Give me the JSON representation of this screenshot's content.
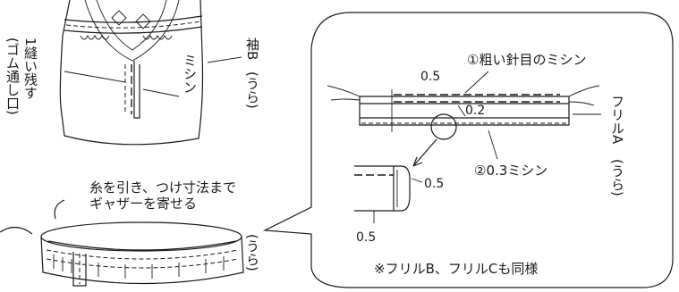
{
  "labels": {
    "leave_gap": "1縫い残す",
    "elastic_opening": "(ゴム通し口)",
    "machine_sew": "ミシン",
    "sleeve_b": "袖B",
    "ura_sleeve": "(うら)",
    "pull_thread_line1": "糸を引き、つけ寸法まで",
    "pull_thread_line2": "ギャザーを寄せる",
    "ura_band": "(うら)",
    "step1": "①粗い針目のミシン",
    "dim_05_top": "0.5",
    "dim_02": "0.2",
    "frill_a": "フリルA",
    "ura_frill": "(うら)",
    "step2": "②0.3ミシン",
    "dim_05_detail_right": "0.5",
    "dim_05_detail_bottom": "0.5",
    "note": "※フリルB、フリルCも同様"
  }
}
